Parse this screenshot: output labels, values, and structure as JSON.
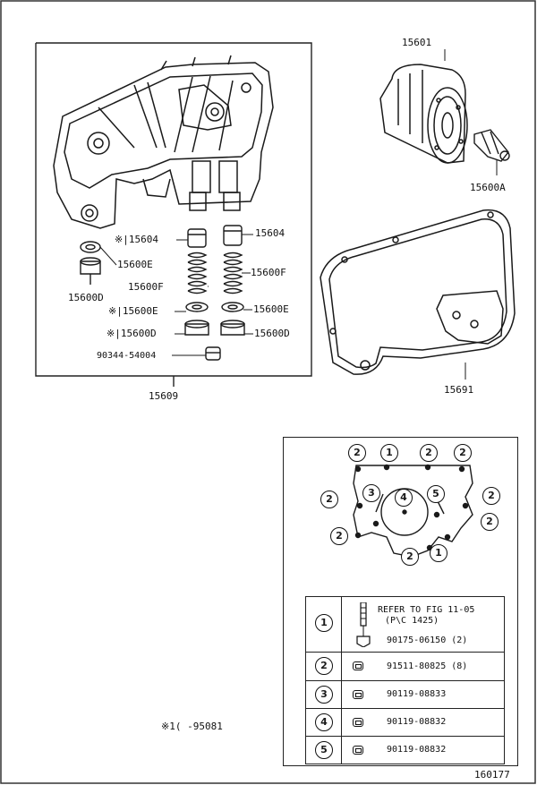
{
  "diagram": {
    "labels": {
      "oil_filter": "15601",
      "union": "15600A",
      "cooler_assembly": "15609",
      "gasket": "15691",
      "valve_upper_left": "※|15604",
      "valve_upper_right": "15604",
      "seat_left_1": "15600E",
      "plug_left": "15600D",
      "spring_left": "15600F",
      "spring_right": "15600F",
      "seat_left_2": "※|15600E",
      "seat_right": "15600E",
      "plug_left_2": "※|15600D",
      "plug_right": "15600D",
      "oring": "90344-54004"
    },
    "footnote": "※1(   -95081",
    "figure_number": "160177"
  },
  "legend": {
    "bolt_callouts": [
      "2",
      "1",
      "2",
      "2",
      "2",
      "3",
      "4",
      "5",
      "2",
      "2",
      "2",
      "2",
      "1"
    ],
    "table": [
      {
        "num": "1",
        "lines": [
          "REFER TO FIG 11-05",
          "(P\\C  1425)",
          "90175-06150 (2)"
        ]
      },
      {
        "num": "2",
        "lines": [
          "91511-80825 (8)"
        ]
      },
      {
        "num": "3",
        "lines": [
          "90119-08833"
        ]
      },
      {
        "num": "4",
        "lines": [
          "90119-08832"
        ]
      },
      {
        "num": "5",
        "lines": [
          "90119-08832"
        ]
      }
    ]
  }
}
